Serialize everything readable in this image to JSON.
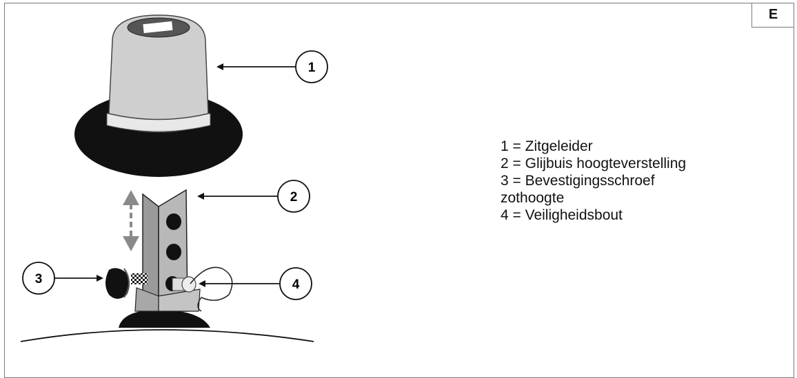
{
  "panel_label": "E",
  "callouts": [
    "1",
    "2",
    "3",
    "4"
  ],
  "legend": [
    "1  =  Zitgeleider",
    "2  =  Glijbuis hoogteverstelling",
    "3  =  Bevestigingsschroef",
    "zothoogte",
    "4  =  Veiligheidsbout"
  ]
}
